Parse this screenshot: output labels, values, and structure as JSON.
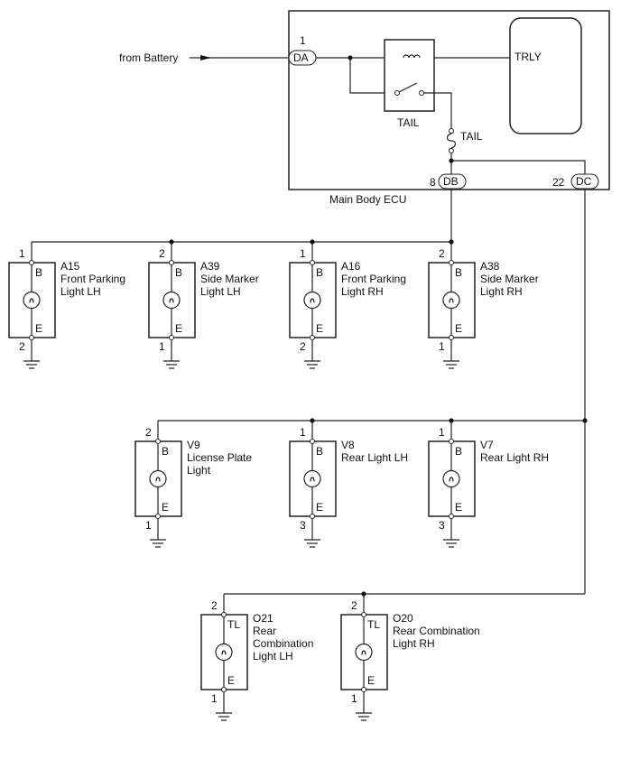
{
  "ecu": {
    "name": "Main Body ECU",
    "source_label": "from Battery",
    "relay_label": "TAIL",
    "fuse_label": "TAIL",
    "trly_label": "TRLY",
    "connectors": [
      {
        "code": "DA",
        "pin": "1"
      },
      {
        "code": "DB",
        "pin": "8"
      },
      {
        "code": "DC",
        "pin": "22"
      }
    ]
  },
  "components": [
    {
      "code": "A15",
      "name": [
        "Front Parking",
        "Light LH"
      ],
      "top_pin": "1",
      "bottom_pin": "2",
      "top_term": "B",
      "bottom_term": "E"
    },
    {
      "code": "A39",
      "name": [
        "Side Marker",
        "Light LH"
      ],
      "top_pin": "2",
      "bottom_pin": "1",
      "top_term": "B",
      "bottom_term": "E"
    },
    {
      "code": "A16",
      "name": [
        "Front Parking",
        "Light RH"
      ],
      "top_pin": "1",
      "bottom_pin": "2",
      "top_term": "B",
      "bottom_term": "E"
    },
    {
      "code": "A38",
      "name": [
        "Side Marker",
        "Light RH"
      ],
      "top_pin": "2",
      "bottom_pin": "1",
      "top_term": "B",
      "bottom_term": "E"
    },
    {
      "code": "V9",
      "name": [
        "License Plate",
        "Light"
      ],
      "top_pin": "2",
      "bottom_pin": "1",
      "top_term": "B",
      "bottom_term": "E"
    },
    {
      "code": "V8",
      "name": [
        "Rear Light LH"
      ],
      "top_pin": "1",
      "bottom_pin": "3",
      "top_term": "B",
      "bottom_term": "E"
    },
    {
      "code": "V7",
      "name": [
        "Rear Light RH"
      ],
      "top_pin": "1",
      "bottom_pin": "3",
      "top_term": "B",
      "bottom_term": "E"
    },
    {
      "code": "O21",
      "name": [
        "Rear",
        "Combination",
        "Light LH"
      ],
      "top_pin": "2",
      "bottom_pin": "1",
      "top_term": "TL",
      "bottom_term": "E"
    },
    {
      "code": "O20",
      "name": [
        "Rear Combination",
        "Light RH"
      ],
      "top_pin": "2",
      "bottom_pin": "1",
      "top_term": "TL",
      "bottom_term": "E"
    }
  ]
}
